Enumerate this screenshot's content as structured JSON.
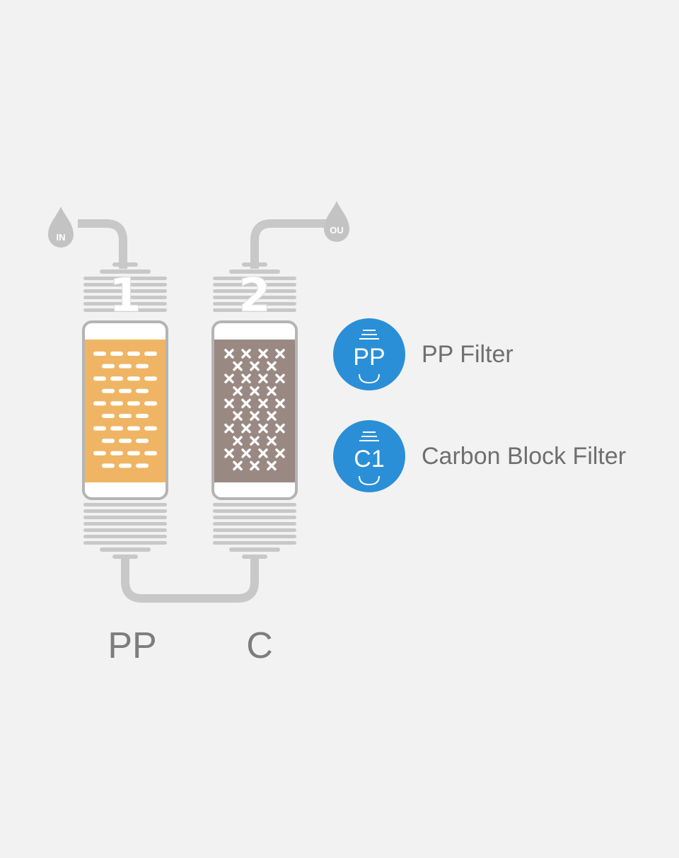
{
  "stages": [
    {
      "number": "1",
      "code": "PP",
      "fill_color": "#efb564",
      "media": "dash"
    },
    {
      "number": "2",
      "code": "C",
      "fill_color": "#9a8983",
      "media": "cross"
    }
  ],
  "flow": {
    "inlet_label": "IN",
    "outlet_label": "OU"
  },
  "legend": [
    {
      "badge_text": "PP",
      "label": "PP Filter"
    },
    {
      "badge_text": "C1",
      "label": "Carbon Block Filter"
    }
  ],
  "colors": {
    "background": "#f2f2f2",
    "housing": "#c8c8c8",
    "housing_outline": "#b4b4b4",
    "badge_blue": "#2a8fd6",
    "label_text": "#6f6f6f"
  }
}
